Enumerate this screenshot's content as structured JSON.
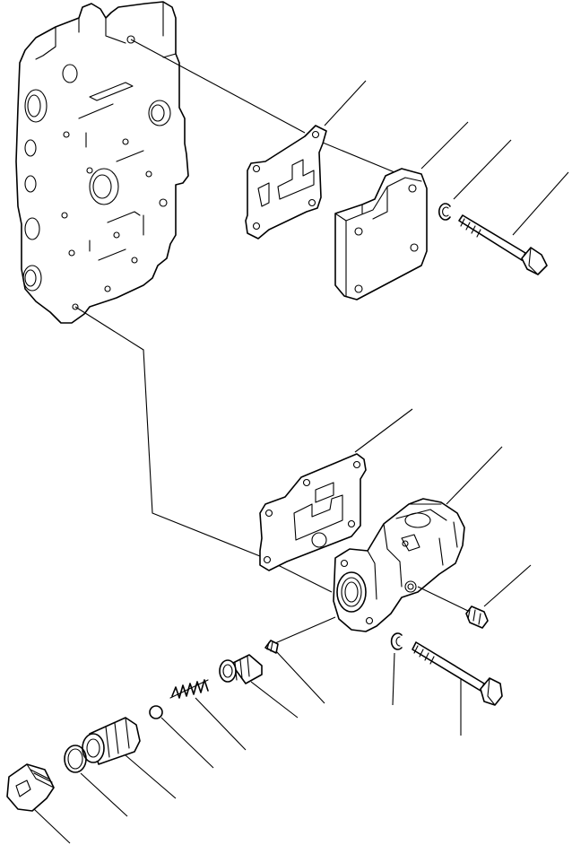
{
  "figure": {
    "background": "#ffffff",
    "line_color": "#000000"
  },
  "parts": [
    {
      "name": "valve-body",
      "icon": "valve-body-icon"
    },
    {
      "name": "upper-gasket",
      "icon": "gasket-icon"
    },
    {
      "name": "cover-plate",
      "icon": "cover-plate-icon"
    },
    {
      "name": "upper-washer",
      "icon": "washer-icon"
    },
    {
      "name": "upper-bolt",
      "icon": "bolt-icon"
    },
    {
      "name": "lower-gasket",
      "icon": "gasket-icon"
    },
    {
      "name": "valve-housing",
      "icon": "valve-housing-icon"
    },
    {
      "name": "plug-screw",
      "icon": "plug-screw-icon"
    },
    {
      "name": "lower-washer",
      "icon": "washer-icon"
    },
    {
      "name": "lower-bolt",
      "icon": "bolt-icon"
    },
    {
      "name": "small-plug",
      "icon": "small-plug-icon"
    },
    {
      "name": "piston",
      "icon": "piston-icon"
    },
    {
      "name": "spring",
      "icon": "spring-icon"
    },
    {
      "name": "ball",
      "icon": "ball-icon"
    },
    {
      "name": "sleeve",
      "icon": "sleeve-icon"
    },
    {
      "name": "o-ring",
      "icon": "o-ring-icon"
    },
    {
      "name": "end-plug",
      "icon": "end-plug-icon"
    }
  ]
}
